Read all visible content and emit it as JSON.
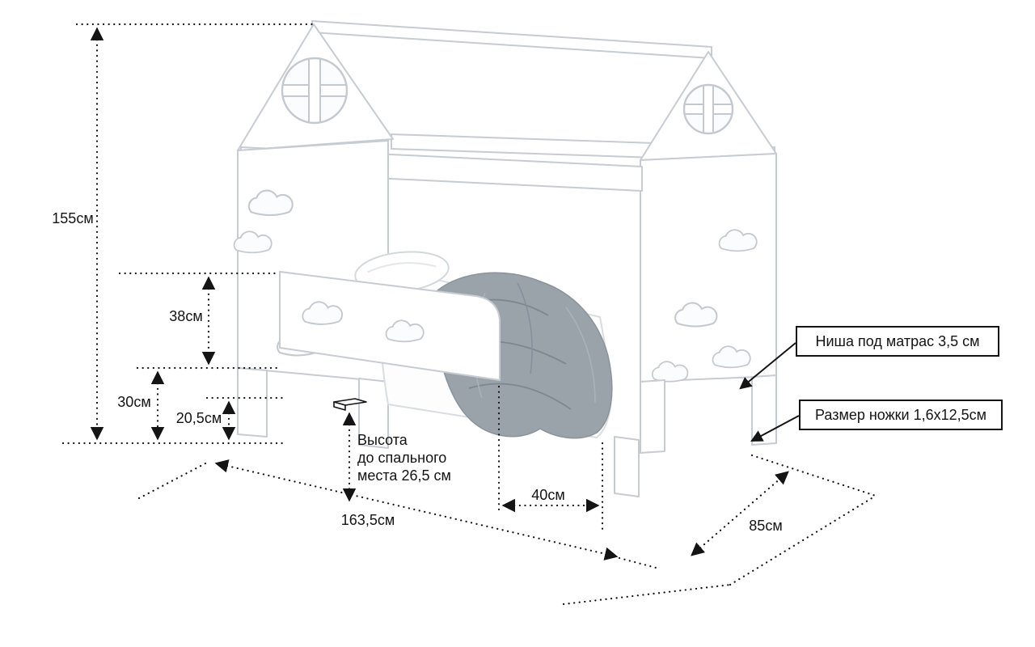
{
  "diagram": {
    "kind": "furniture dimension drawing of a house-frame children's bed"
  },
  "labels": {
    "height_total": "155см",
    "rail_height": "38см",
    "underbed_height": "30см",
    "clearance": "20,5см",
    "sleep_height_line1": "Высота",
    "sleep_height_line2": "до спального",
    "sleep_height_line3": "места 26,5 см",
    "length": "163,5см",
    "opening_width": "40см",
    "depth": "85см"
  },
  "callouts": {
    "mattress_niche": "Ниша под матрас 3,5 см",
    "leg_size": "Размер ножки 1,6х12,5см"
  },
  "colors": {
    "dimension_lines": "#141414",
    "bed_outline": "#c6ccd2",
    "blanket": "#9ba3aa",
    "background": "#ffffff"
  }
}
